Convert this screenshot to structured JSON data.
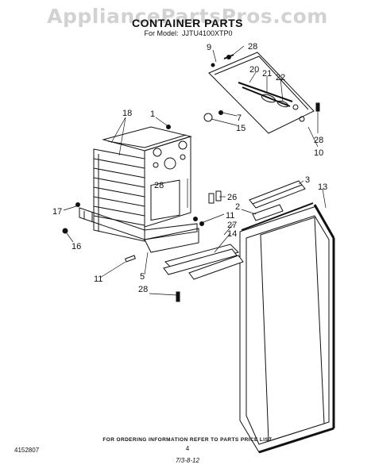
{
  "watermark": "AppliancePartsPros.com",
  "title": "CONTAINER PARTS",
  "model_label": "For Model:",
  "model_number": "JJTU4100XTP0",
  "callouts": {
    "c1": "1",
    "c2": "2",
    "c3": "3",
    "c5": "5",
    "c7": "7",
    "c9": "9",
    "c10": "10",
    "c11a": "11",
    "c11b": "11",
    "c13": "13",
    "c14": "14",
    "c15": "15",
    "c16": "16",
    "c17": "17",
    "c18": "18",
    "c20": "20",
    "c21": "21",
    "c22": "22",
    "c26": "26",
    "c27": "27",
    "c28a": "28",
    "c28b": "28",
    "c28c": "28",
    "c28d": "28"
  },
  "footer_note": "FOR ORDERING INFORMATION REFER TO PARTS PRICE LIST",
  "page_number": "4",
  "doc_number": "4152807",
  "date_code": "7/3-8-12"
}
